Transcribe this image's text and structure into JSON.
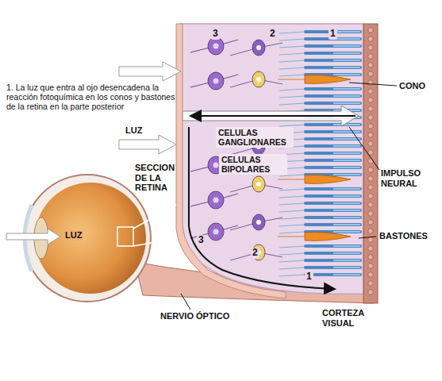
{
  "diagram": {
    "labels": [
      "3",
      "2",
      "1",
      "1. La luz que entra al ojo desencadena la reacción fotoquímica en los conos y bastones de la retina en la parte posterior",
      "LUZ",
      "CELULAS GANGLIONARES",
      "CELULAS BIPOLARES",
      "CONO",
      "SECCION DE LA RETINA",
      "IMPULSO NEURAL",
      "LUZ",
      "BASTONES",
      "3",
      "2",
      "1",
      "NERVIO ÓPTICO",
      "CORTEZA VISUAL"
    ]
  }
}
